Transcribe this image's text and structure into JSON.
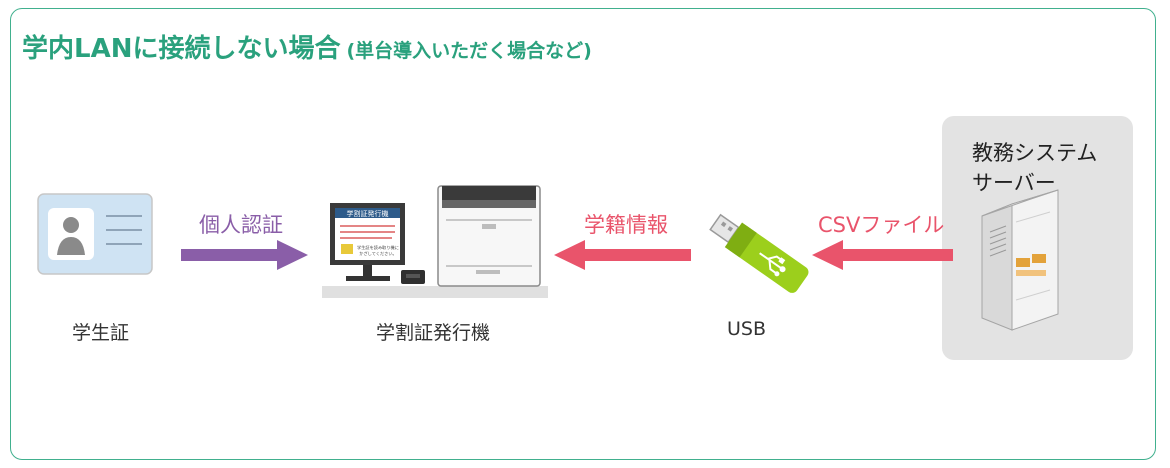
{
  "title": {
    "main": "学内LANに接続しない場合",
    "sub": "(単台導入いただく場合など)"
  },
  "nodes": {
    "student_card": {
      "label": "学生証"
    },
    "issuer": {
      "label": "学割証発行機",
      "screen_title": "学割証発行機",
      "screen_footer_1": "学生証を読み取り機に",
      "screen_footer_2": "かざしてください。"
    },
    "usb": {
      "label": "USB"
    },
    "server": {
      "line1": "教務システム",
      "line2": "サーバー"
    }
  },
  "edges": {
    "auth": {
      "label": "個人認証",
      "color": "#8a5ea8"
    },
    "student_info": {
      "label": "学籍情報",
      "color": "#e9546b"
    },
    "csv": {
      "label": "CSVファイル",
      "color": "#e9546b"
    }
  },
  "colors": {
    "accent": "#2aa17d",
    "frame": "#41b08e",
    "usb_green": "#9ccf1c"
  }
}
